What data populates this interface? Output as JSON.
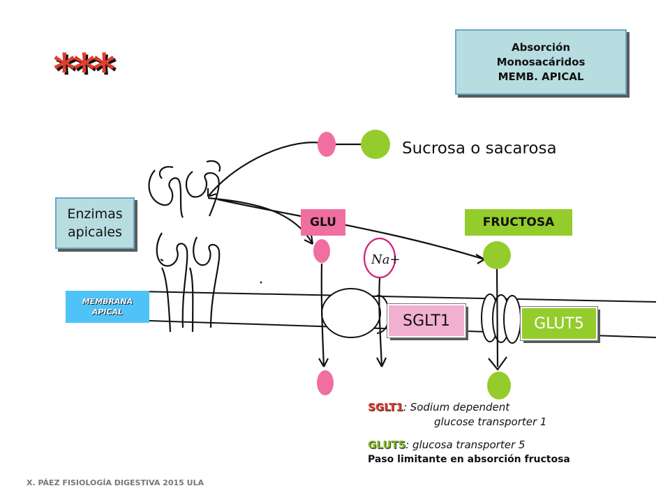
{
  "title_box": {
    "lines": [
      "Absorción",
      "Monosacáridos",
      "MEMB. APICAL"
    ]
  },
  "stars": "***",
  "sucrose_label": "Sucrosa o sacarosa",
  "enzymes_box": {
    "lines": [
      "Enzimas",
      "apicales"
    ]
  },
  "glu_label": "GLU",
  "fructose_label": "FRUCTOSA",
  "na_label": "Na+",
  "membrane_label": {
    "lines": [
      "MEMBRANA",
      "APICAL"
    ]
  },
  "sglt1_label": "SGLT1",
  "glut5_label": "GLUT5",
  "legend": {
    "sglt1_term": "SGLT1",
    "sglt1_def": ": Sodium dependent",
    "sglt1_def_cont": "glucose transporter 1",
    "glut5_term": "GLUT5",
    "glut5_def": ": glucosa transporter 5",
    "note": "Paso limitante en absorción fructosa"
  },
  "footer": "X. PÁEZ   FISIOLOGÍA DIGESTIVA 2015  ULA",
  "colors": {
    "glucose_pink": "#f06ea0",
    "fructose_green": "#94cc2c",
    "box_teal": "#b7dde1",
    "membrane_blue": "#4fc3f7",
    "accent_red": "#e33b2c"
  }
}
